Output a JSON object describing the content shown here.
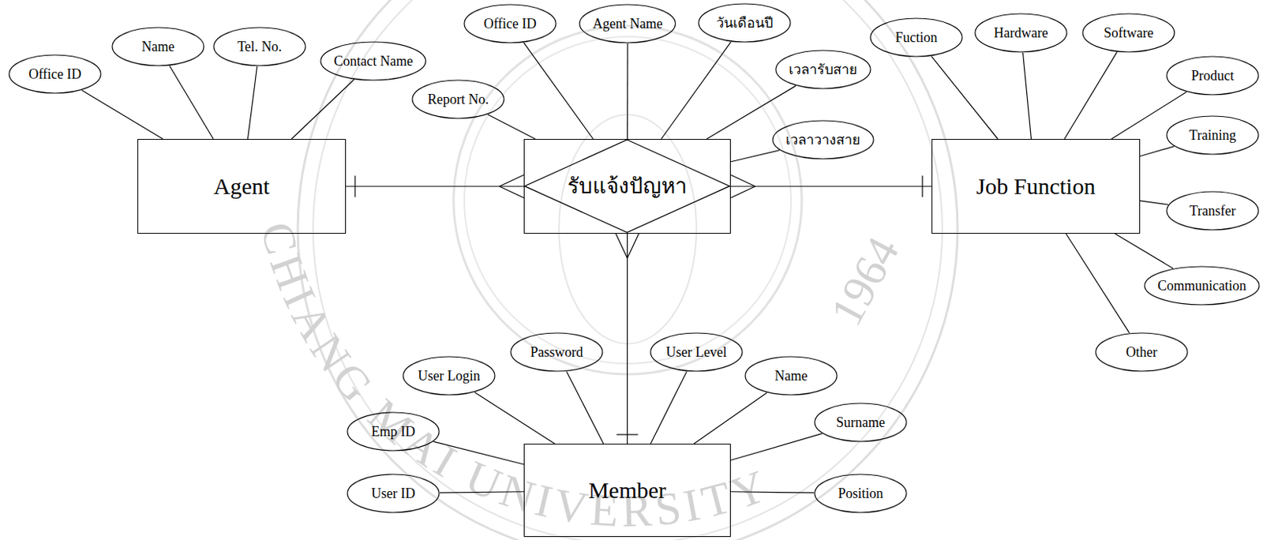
{
  "diagram": {
    "nodes": [
      {
        "text": [
          "Agent"
        ]
      },
      {
        "text": [
          "รับแจ้งปัญหา"
        ]
      },
      {
        "text": [
          "Job Function"
        ]
      },
      {
        "text": [
          "Member"
        ]
      },
      {
        "text": [
          "Office ID"
        ]
      },
      {
        "text": [
          "Name"
        ]
      },
      {
        "text": [
          "Tel. No."
        ]
      },
      {
        "text": [
          "Contact Name"
        ]
      },
      {
        "text": [
          "Report No."
        ]
      },
      {
        "text": [
          "Office ID"
        ]
      },
      {
        "text": [
          "Agent Name"
        ]
      },
      {
        "text": [
          "วันเดือนปี"
        ]
      },
      {
        "text": [
          "เวลารับสาย"
        ]
      },
      {
        "text": [
          "เวลาวางสาย"
        ]
      },
      {
        "text": [
          "Fuction"
        ]
      },
      {
        "text": [
          "Hardware"
        ]
      },
      {
        "text": [
          "Software"
        ]
      },
      {
        "text": [
          "Product"
        ]
      },
      {
        "text": [
          "Training"
        ]
      },
      {
        "text": [
          "Transfer"
        ]
      },
      {
        "text": [
          "Communication"
        ]
      },
      {
        "text": [
          "Other"
        ]
      },
      {
        "text": [
          "User Login"
        ]
      },
      {
        "text": [
          "Password"
        ]
      },
      {
        "text": [
          "User Level"
        ]
      },
      {
        "text": [
          "Name"
        ]
      },
      {
        "text": [
          "Surname"
        ]
      },
      {
        "text": [
          "Position"
        ]
      },
      {
        "text": [
          "Emp ID"
        ]
      },
      {
        "text": [
          "User ID"
        ]
      }
    ],
    "edges": [
      {
        "from": 0,
        "to": 1,
        "arrow": "none"
      },
      {
        "from": 2,
        "to": 1,
        "arrow": "none"
      },
      {
        "from": 3,
        "to": 1,
        "arrow": "none"
      },
      {
        "from": 4,
        "to": 0,
        "arrow": "none"
      },
      {
        "from": 5,
        "to": 0,
        "arrow": "none"
      },
      {
        "from": 6,
        "to": 0,
        "arrow": "none"
      },
      {
        "from": 7,
        "to": 0,
        "arrow": "none"
      },
      {
        "from": 8,
        "to": 1,
        "arrow": "none"
      },
      {
        "from": 9,
        "to": 1,
        "arrow": "none"
      },
      {
        "from": 10,
        "to": 1,
        "arrow": "none"
      },
      {
        "from": 11,
        "to": 1,
        "arrow": "none"
      },
      {
        "from": 12,
        "to": 1,
        "arrow": "none"
      },
      {
        "from": 13,
        "to": 1,
        "arrow": "none"
      },
      {
        "from": 14,
        "to": 2,
        "arrow": "none"
      },
      {
        "from": 15,
        "to": 2,
        "arrow": "none"
      },
      {
        "from": 16,
        "to": 2,
        "arrow": "none"
      },
      {
        "from": 17,
        "to": 2,
        "arrow": "none"
      },
      {
        "from": 18,
        "to": 2,
        "arrow": "none"
      },
      {
        "from": 19,
        "to": 2,
        "arrow": "none"
      },
      {
        "from": 20,
        "to": 2,
        "arrow": "none"
      },
      {
        "from": 21,
        "to": 2,
        "arrow": "none"
      },
      {
        "from": 22,
        "to": 3,
        "arrow": "none"
      },
      {
        "from": 23,
        "to": 3,
        "arrow": "none"
      },
      {
        "from": 24,
        "to": 3,
        "arrow": "none"
      },
      {
        "from": 25,
        "to": 3,
        "arrow": "none"
      },
      {
        "from": 26,
        "to": 3,
        "arrow": "none"
      },
      {
        "from": 27,
        "to": 3,
        "arrow": "none"
      },
      {
        "from": 28,
        "to": 3,
        "arrow": "none"
      },
      {
        "from": 29,
        "to": 3,
        "arrow": "none"
      }
    ],
    "labels": [
      "CHIANG MAI UNIVERSITY",
      "1964"
    ]
  }
}
